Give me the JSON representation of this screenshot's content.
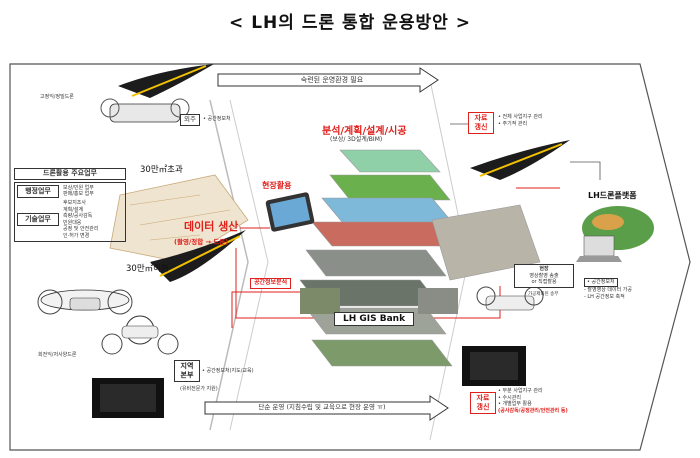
{
  "title": "< LH의 드론 통합 운용방안 >",
  "top_arrow_text": "숙련된 운영환경 필요",
  "bottom_arrow_text": "단순 운영 (지침수립 및 교육으로 현장 운영 ㅠ)",
  "fixed_wing_label": "고정익/정밀드론",
  "rotary_label": "회전익/저사양드론",
  "outsource": {
    "box": "외주",
    "text": "• 공간정보처"
  },
  "main_tasks": {
    "title": "드론활용 주요업무",
    "rows": [
      {
        "head": "행정업무",
        "items": [
          "보상/민원 업무",
          "판매/홍보 업무"
        ]
      },
      {
        "head": "기술업무",
        "items": [
          "후보지조사",
          "계획/설계",
          "측량/공사감독",
          "민원대응",
          "공정 및 안전관리",
          "인·허가 변경"
        ]
      }
    ]
  },
  "area_over": "30만㎡초과",
  "area_under": "30만㎡이하",
  "data_generation": "데이터 생산",
  "data_flow": "(촬영/정합 → 드론)",
  "field_use": "현장활용",
  "analysis_title": "분석/계획/설계/시공",
  "analysis_sub": "(보상/ 3D설계/BIM)",
  "spatial_analysis": "공간정보분석",
  "gis_bank": "LH GIS Bank",
  "regional": {
    "box_line1": "지역",
    "box_line2": "본부",
    "text": "• 공간정보처(지도/교육)",
    "sub": "(유비전문가 지원)"
  },
  "data_top": {
    "box_line1": "자료",
    "box_line2": "갱신",
    "items": [
      "• 전체 사업지구 관리",
      "• 주기적 관리"
    ]
  },
  "platform_label": "LH드론플랫폼",
  "field_box": {
    "head": "현장",
    "items": [
      "영상촬영 송출",
      "or 직접촬용"
    ],
    "note": "가공제외된 송부"
  },
  "spatial_office": {
    "head": "• 공간정보처",
    "items": [
      "- 촬영영상 데이터 가공",
      "- LH 공간정보 축적"
    ]
  },
  "data_bottom": {
    "box_line1": "자료",
    "box_line2": "갱신",
    "items": [
      "• 부분 사업지구 관리",
      "• 수시관리",
      "• 개별업무 활용",
      "(공사감독/공정관리/안전관리 등)"
    ]
  }
}
